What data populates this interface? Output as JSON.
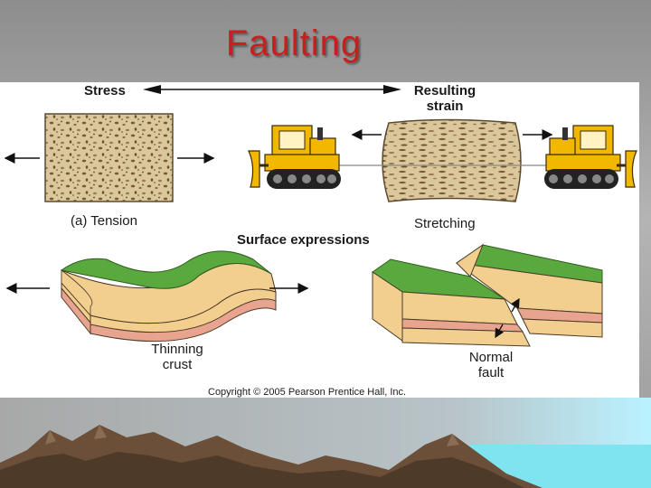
{
  "slide": {
    "title": "Faulting"
  },
  "figure": {
    "stress_label": "Stress",
    "strain_label": "Resulting strain",
    "strain_label_line1": "Resulting",
    "strain_label_line2": "strain",
    "panel_label": "(a) Tension",
    "stretching_label": "Stretching",
    "surface_label": "Surface expressions",
    "thinning_line1": "Thinning",
    "thinning_line2": "crust",
    "normal_line1": "Normal",
    "normal_line2": "fault",
    "copyright": "Copyright © 2005 Pearson Prentice Hall, Inc."
  },
  "colors": {
    "title": "#c81e1e",
    "rock_fill": "#d9c49a",
    "bulldozer": "#f2b800",
    "surface_green": "#5aa93e",
    "crust_tan": "#f2cf8e",
    "crust_pink": "#e8a48e",
    "mountain_brown": "#6b4f38"
  }
}
